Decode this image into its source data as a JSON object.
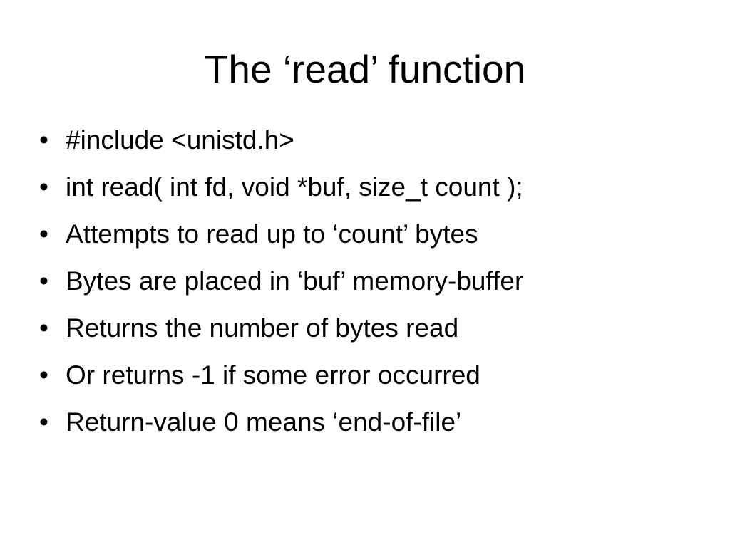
{
  "slide": {
    "title": "The ‘read’ function",
    "bullet_symbol": "•",
    "bullets": [
      "#include <unistd.h>",
      "int read( int fd, void *buf, size_t count );",
      "Attempts to read up to ‘count’ bytes",
      "Bytes are placed in ‘buf’ memory-buffer",
      "Returns the number of bytes read",
      "Or returns -1 if some error occurred",
      "Return-value 0 means ‘end-of-file’"
    ]
  }
}
